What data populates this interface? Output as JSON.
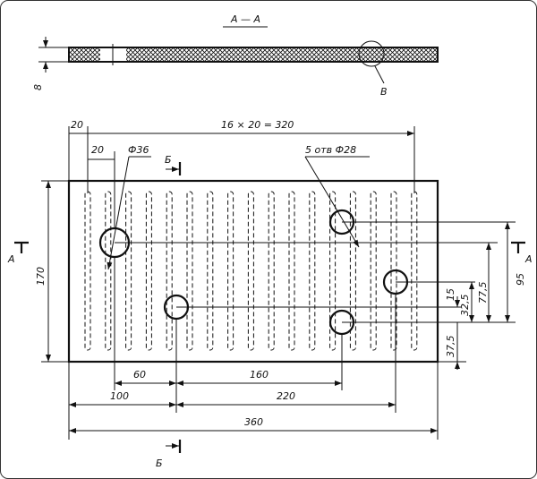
{
  "section": {
    "title": "А — А",
    "thickness": "8",
    "detail_callout": "В"
  },
  "dims": {
    "edge_to_first_slot": "20",
    "slot_pitch_total": "16 × 20 = 320",
    "slot_to_hole": "20",
    "large_hole": "Ф36",
    "small_holes": "5 отв Ф28",
    "height": "170",
    "d15": "15",
    "d32_5": "32,5",
    "d77_5": "77,5",
    "d95": "95",
    "d37_5": "37,5",
    "d60": "60",
    "d160": "160",
    "d100": "100",
    "d220": "220",
    "d360": "360"
  },
  "markers": {
    "section_a_left": "А",
    "section_a_right": "А",
    "section_b_top": "Б",
    "section_b_bottom": "Б"
  }
}
